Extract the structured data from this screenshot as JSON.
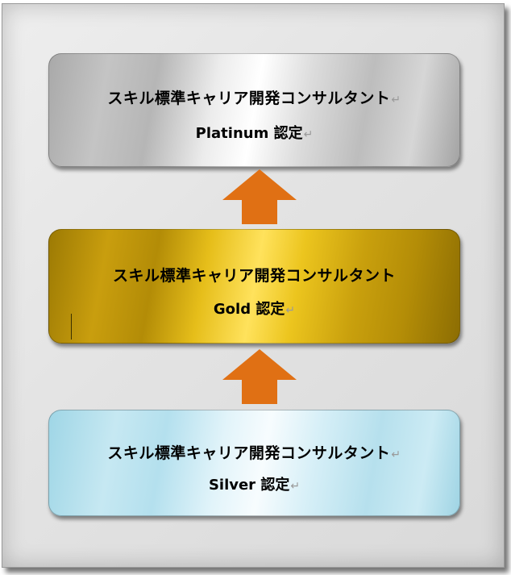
{
  "levels": [
    {
      "id": "platinum",
      "title": "スキル標準キャリア開発コンサルタント",
      "grade": "Platinum 認定",
      "color": "#c0c0c0"
    },
    {
      "id": "gold",
      "title": "スキル標準キャリア開発コンサルタント",
      "grade": "Gold 認定",
      "color": "#d4a817"
    },
    {
      "id": "silver",
      "title": "スキル標準キャリア開発コンサルタント",
      "grade": "Silver 認定",
      "color": "#b9e2ef"
    }
  ],
  "paragraph_mark": "↵",
  "arrow_color": "#e07014",
  "arrow_direction": "up"
}
